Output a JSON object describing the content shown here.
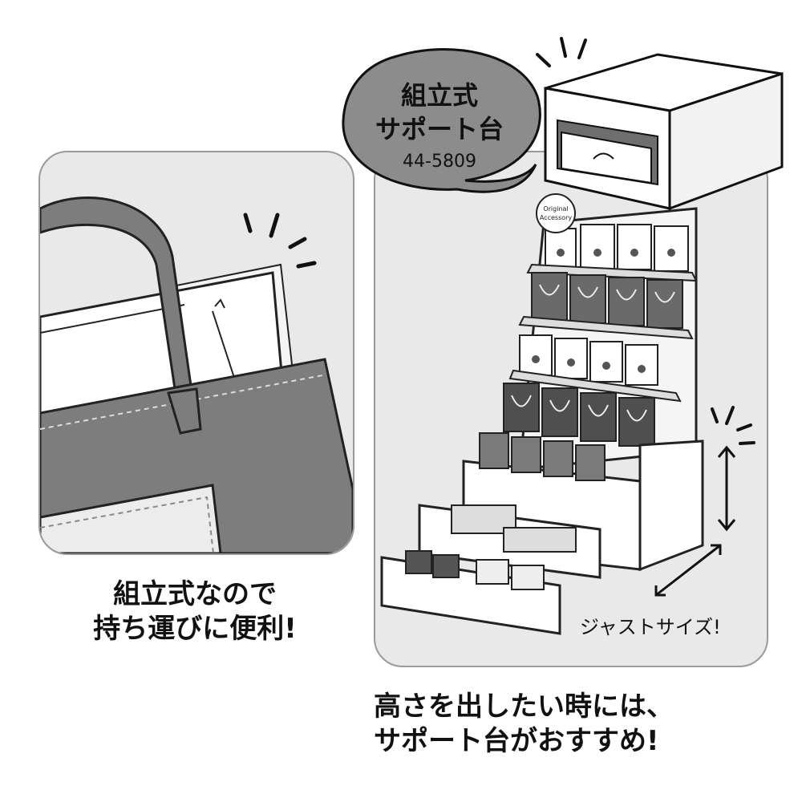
{
  "bubble": {
    "line1": "組立式",
    "line2": "サポート台",
    "code": "44-5809"
  },
  "right_panel": {
    "note": "ジャストサイズ!",
    "badge_line1": "Original",
    "badge_line2": "Accessory"
  },
  "left_caption": {
    "line1": "組立式なので",
    "line2": "持ち運びに便利!"
  },
  "right_caption": {
    "line1": "高さを出したい時には、",
    "line2": "サポート台がおすすめ!"
  },
  "colors": {
    "panel_bg": "#e9e9e9",
    "bubble_bg": "#8c8c8c",
    "bag": "#7d7d7d",
    "card_dark": "#5a5a5a"
  }
}
